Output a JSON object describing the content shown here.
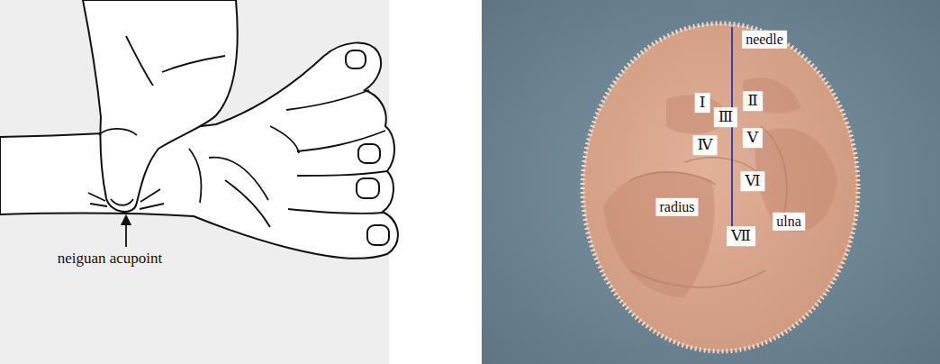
{
  "diagram": {
    "labels": [
      "neiguan acupoint",
      "needle",
      "Ⅰ",
      "Ⅱ",
      "Ⅲ",
      "Ⅳ",
      "Ⅴ",
      "Ⅵ",
      "radius",
      "Ⅶ",
      "ulna"
    ]
  }
}
